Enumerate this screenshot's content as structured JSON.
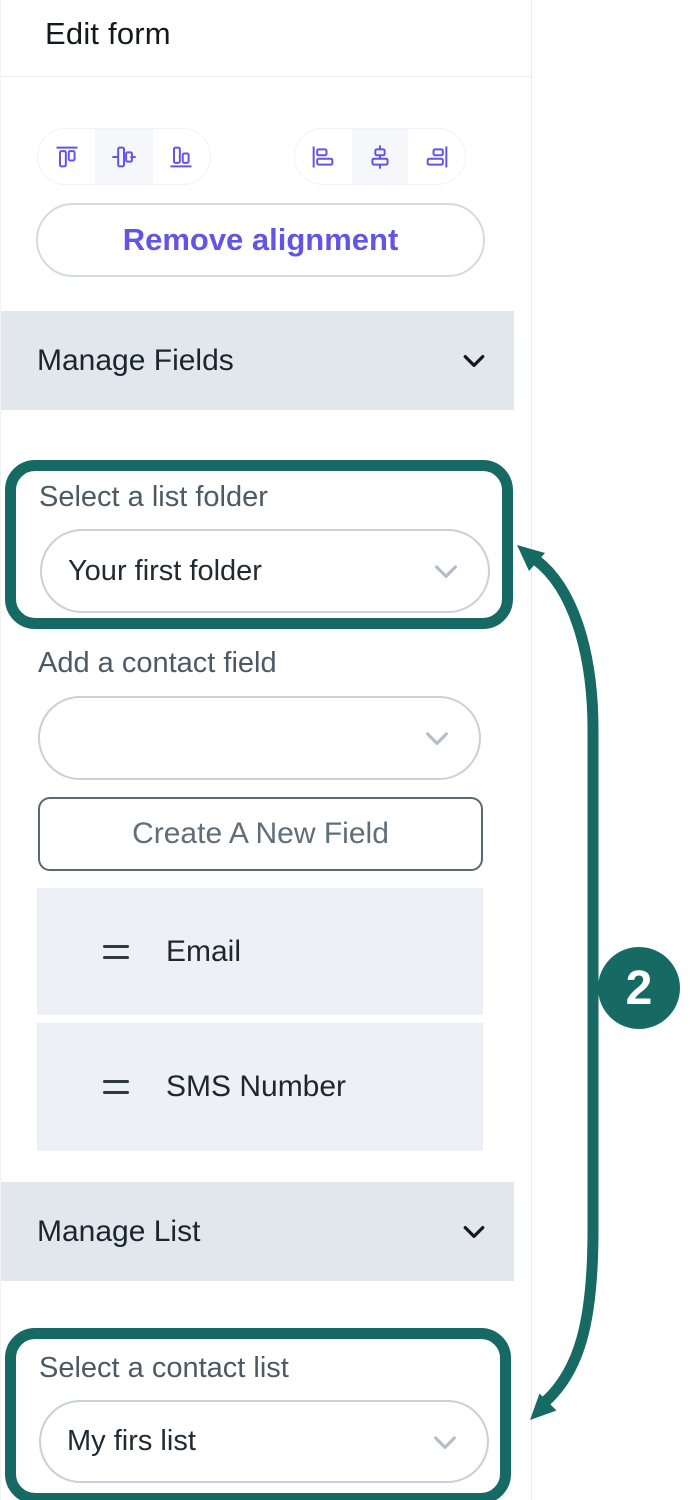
{
  "title": "Edit form",
  "colors": {
    "teal": "#176a63",
    "purple": "#6254e4",
    "header-bg": "#e2e6ed",
    "row-bg": "#edf0f4",
    "label": "#4b5a64"
  },
  "toolbar": {
    "vertical_align_icons": [
      "align-top",
      "align-middle-vertical",
      "align-bottom"
    ],
    "horizontal_align_icons": [
      "align-left",
      "align-center-horizontal",
      "align-right"
    ],
    "remove_alignment_label": "Remove alignment"
  },
  "sections": {
    "manage_fields": {
      "label": "Manage Fields",
      "state": "expanded"
    },
    "manage_list": {
      "label": "Manage List",
      "state": "expanded"
    }
  },
  "fields_panel": {
    "folder_label": "Select a list folder",
    "folder_value": "Your first folder",
    "add_field_label": "Add a contact field",
    "add_field_value": "",
    "create_button_label": "Create A New Field",
    "rows": [
      {
        "label": "Email"
      },
      {
        "label": "SMS Number"
      }
    ]
  },
  "list_panel": {
    "list_label": "Select a contact list",
    "list_value": "My firs list"
  },
  "annotation": {
    "step_number": "2"
  }
}
